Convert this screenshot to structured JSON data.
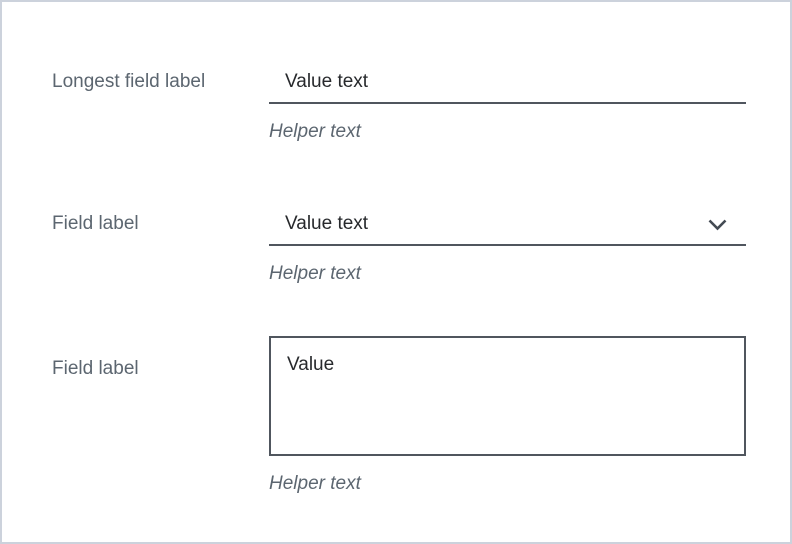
{
  "page": {
    "background_color": "#ffffff",
    "border_color": "#ccd2dc"
  },
  "colors": {
    "label_text": "#5c6670",
    "value_text": "#27292c",
    "field_line": "#50565e",
    "helper_text": "#5c6670",
    "chevron": "#434a53"
  },
  "fields": [
    {
      "type": "text-input",
      "label": "Longest field label",
      "value": "Value text",
      "helper": "Helper text"
    },
    {
      "type": "select",
      "label": "Field label",
      "value": "Value text",
      "helper": "Helper text",
      "icon": "chevron-down-icon"
    },
    {
      "type": "textarea",
      "label": "Field label",
      "value": "Value",
      "helper": "Helper text"
    }
  ]
}
